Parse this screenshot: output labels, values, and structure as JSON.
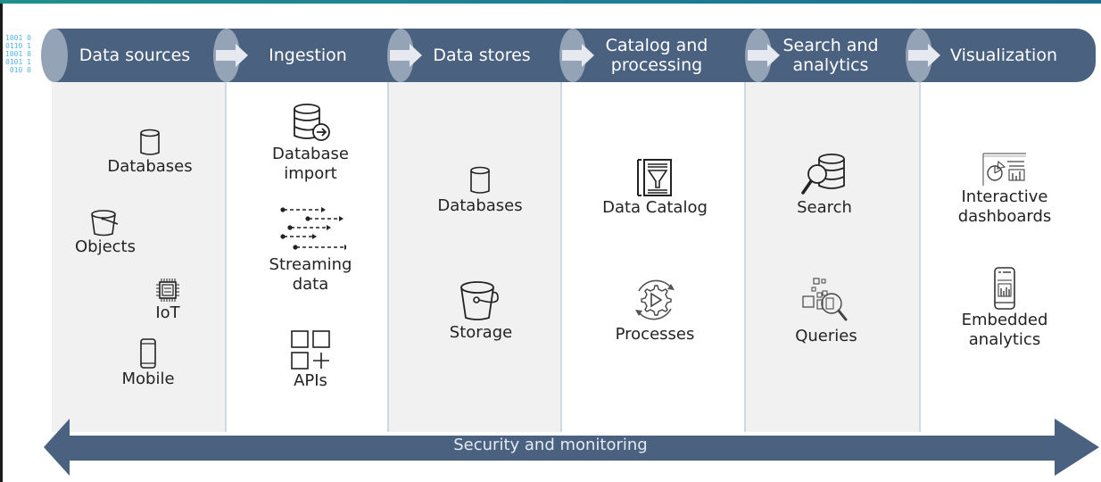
{
  "diagram": {
    "stages": [
      {
        "id": "data-sources",
        "label": "Data sources"
      },
      {
        "id": "ingestion",
        "label": "Ingestion"
      },
      {
        "id": "data-stores",
        "label": "Data stores"
      },
      {
        "id": "catalog-processing",
        "label": "Catalog and\nprocessing"
      },
      {
        "id": "search-analytics",
        "label": "Search and\nanalytics"
      },
      {
        "id": "visualization",
        "label": "Visualization"
      }
    ],
    "columns": {
      "data_sources": {
        "items": [
          {
            "label": "Databases",
            "icon": "database-icon"
          },
          {
            "label": "Objects",
            "icon": "bucket-icon"
          },
          {
            "label": "IoT",
            "icon": "chip-icon"
          },
          {
            "label": "Mobile",
            "icon": "mobile-icon"
          }
        ]
      },
      "ingestion": {
        "items": [
          {
            "label": "Database\nimport",
            "icon": "database-import-icon"
          },
          {
            "label": "Streaming\ndata",
            "icon": "streaming-icon"
          },
          {
            "label": "APIs",
            "icon": "api-grid-icon"
          }
        ]
      },
      "data_stores": {
        "items": [
          {
            "label": "Databases",
            "icon": "database-icon"
          },
          {
            "label": "Storage",
            "icon": "storage-bucket-icon"
          }
        ]
      },
      "catalog_processing": {
        "items": [
          {
            "label": "Data Catalog",
            "icon": "data-catalog-icon"
          },
          {
            "label": "Processes",
            "icon": "gear-play-icon"
          }
        ]
      },
      "search_analytics": {
        "items": [
          {
            "label": "Search",
            "icon": "search-database-icon"
          },
          {
            "label": "Queries",
            "icon": "query-magnifier-icon"
          }
        ]
      },
      "visualization": {
        "items": [
          {
            "label": "Interactive\ndashboards",
            "icon": "dashboard-icon"
          },
          {
            "label": "Embedded\nanalytics",
            "icon": "mobile-chart-icon"
          }
        ]
      }
    },
    "footer": {
      "label": "Security and monitoring",
      "icon": "double-arrow-icon"
    },
    "decoration": {
      "binary_text": "1001 0\n0110 1\n1001 0\n0101 1\n 010 0"
    },
    "colors": {
      "pipe": "#4a6180",
      "cap": "#94a3b5",
      "arrow": "#e6eaf0",
      "shaded_column": "#f1f1f1",
      "divider": "#cfd8e4",
      "top_bar": "#1f8f8f"
    }
  }
}
